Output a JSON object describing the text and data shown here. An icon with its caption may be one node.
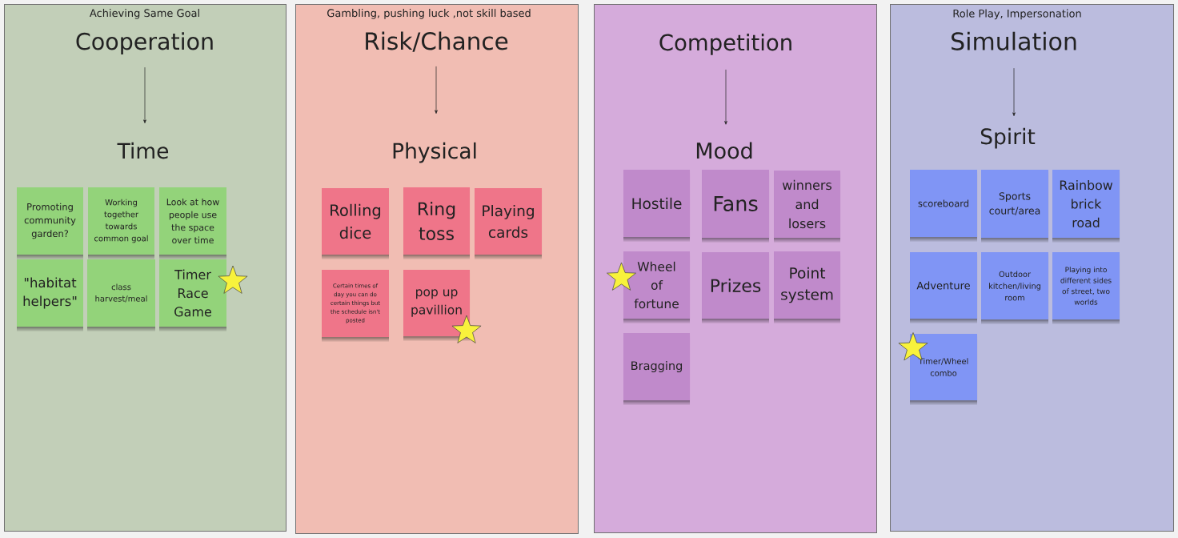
{
  "diagram": {
    "nodes": [
      {
        "text": [],
        "shape": "box"
      },
      {
        "text": [
          "Cooperation"
        ],
        "in": 0,
        "beside": [
          "Achieving Same Goal"
        ]
      },
      {
        "text": [
          "Time"
        ],
        "in": 0
      },
      {
        "text": [
          "Promoting community garden?"
        ],
        "in": 0
      },
      {
        "text": [
          "Working together towards common goal"
        ],
        "in": 0
      },
      {
        "text": [
          "Look at how people use the space over time"
        ],
        "in": 0
      },
      {
        "text": [
          "\"habitat helpers\""
        ],
        "in": 0
      },
      {
        "text": [
          "class harvest/meal"
        ],
        "in": 0
      },
      {
        "text": [
          "Timer Race Game"
        ],
        "in": 0
      },
      {
        "text": [],
        "shape": "box"
      },
      {
        "text": [
          "Risk/Chance"
        ],
        "in": 9,
        "beside": [
          "Gambling, pushing luck ,not skill based"
        ]
      },
      {
        "text": [
          "Physical"
        ],
        "in": 9
      },
      {
        "text": [
          "Rolling dice"
        ],
        "in": 9
      },
      {
        "text": [
          "Ring toss"
        ],
        "in": 9
      },
      {
        "text": [
          "Playing cards"
        ],
        "in": 9
      },
      {
        "text": [
          "Certain times of day you can do certain things but the schedule isn't posted"
        ],
        "in": 9
      },
      {
        "text": [
          "pop up pavillion"
        ],
        "in": 9
      },
      {
        "text": [],
        "shape": "box"
      },
      {
        "text": [
          "Competition"
        ],
        "in": 17
      },
      {
        "text": [
          "Mood"
        ],
        "in": 17
      },
      {
        "text": [
          "Hostile"
        ],
        "in": 17
      },
      {
        "text": [
          "Fans"
        ],
        "in": 17
      },
      {
        "text": [
          "winners and losers"
        ],
        "in": 17
      },
      {
        "text": [
          "Wheel of fortune"
        ],
        "in": 17
      },
      {
        "text": [
          "Prizes"
        ],
        "in": 17
      },
      {
        "text": [
          "Point system"
        ],
        "in": 17
      },
      {
        "text": [
          "Bragging"
        ],
        "in": 17
      },
      {
        "text": [],
        "shape": "box"
      },
      {
        "text": [
          "Simulation"
        ],
        "in": 27,
        "beside": [
          "Role Play, Impersonation"
        ]
      },
      {
        "text": [
          "Spirit"
        ],
        "in": 27
      },
      {
        "text": [
          "scoreboard"
        ],
        "in": 27
      },
      {
        "text": [
          "Sports court/area"
        ],
        "in": 27
      },
      {
        "text": [
          "Rainbow brick road"
        ],
        "in": 27
      },
      {
        "text": [
          "Adventure"
        ],
        "in": 27
      },
      {
        "text": [
          "Outdoor kitchen/living room"
        ],
        "in": 27
      },
      {
        "text": [
          "Playing into different sides of street, two worlds"
        ],
        "in": 27
      },
      {
        "text": [
          "Timer/Wheel combo"
        ],
        "in": 27
      }
    ],
    "edges": [
      {
        "from": 1,
        "to": 2,
        "arrow": "to"
      },
      {
        "from": 10,
        "to": 11,
        "arrow": "to"
      },
      {
        "from": 18,
        "to": 19,
        "arrow": "to"
      },
      {
        "from": 28,
        "to": 29,
        "arrow": "to"
      }
    ]
  }
}
